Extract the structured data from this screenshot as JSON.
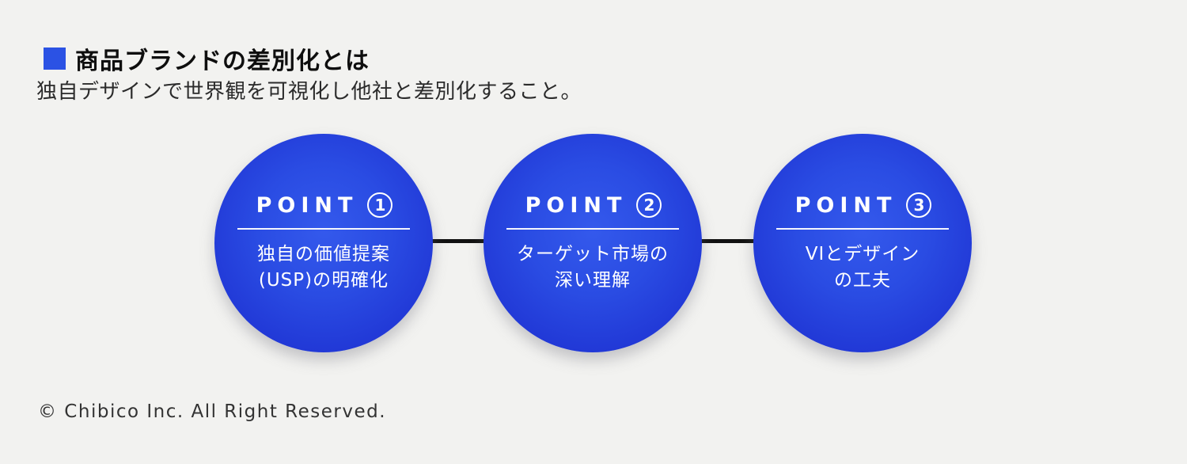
{
  "page": {
    "background_color": "#f2f2f0",
    "accent_blue": "#2b52e4",
    "circle_gradient": [
      "#3459ec",
      "#2a4ce3",
      "#1c30cc"
    ],
    "connector_color": "#111111",
    "text_color_on_circle": "#ffffff"
  },
  "header": {
    "title": "商品ブランドの差別化とは",
    "subtitle": "独自デザインで世界観を可視化し他社と差別化すること。"
  },
  "points": [
    {
      "label": "POINT",
      "number": "1",
      "lines": [
        "独自の価値提案",
        "(USP)の明確化"
      ]
    },
    {
      "label": "POINT",
      "number": "2",
      "lines": [
        "ターゲット市場の",
        "深い理解"
      ]
    },
    {
      "label": "POINT",
      "number": "3",
      "lines": [
        "VIとデザイン",
        "の工夫"
      ]
    }
  ],
  "footer": {
    "copyright": "© Chibico Inc. All Right Reserved."
  }
}
